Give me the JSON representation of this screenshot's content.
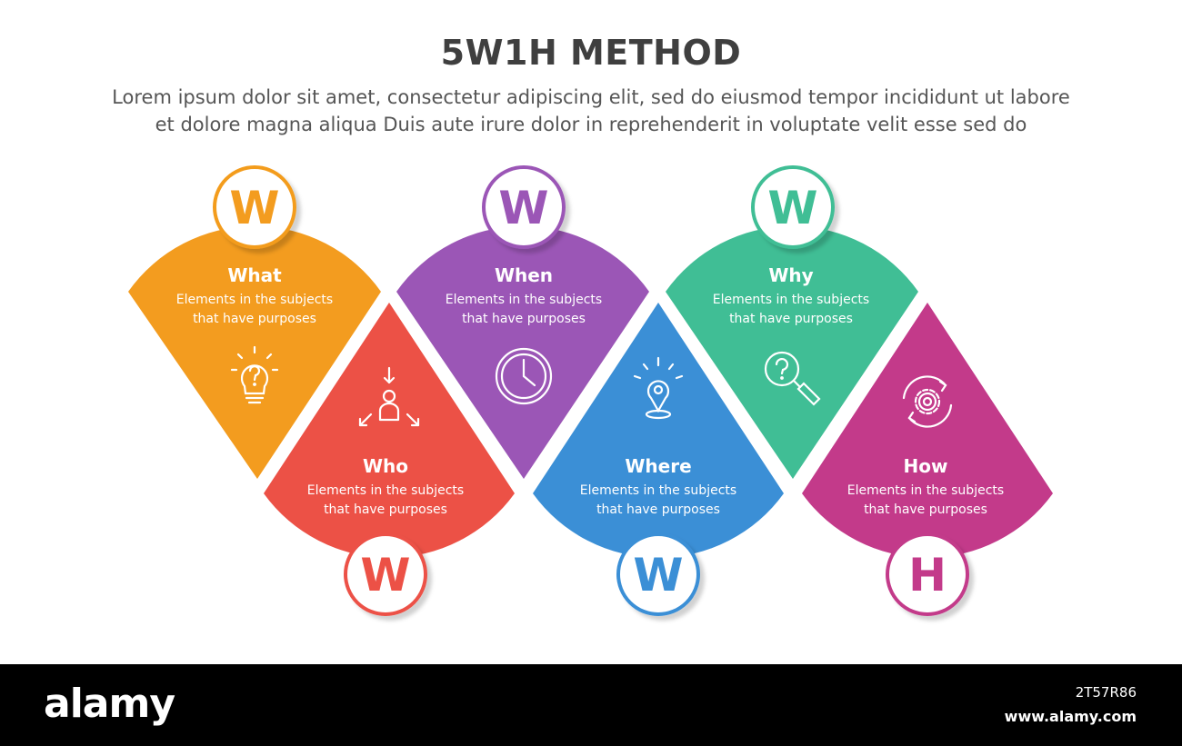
{
  "header": {
    "title": "5W1H METHOD",
    "subtitle_lines": [
      "Lorem ipsum dolor sit amet, consectetur adipiscing elit, sed do eiusmod tempor incididunt ut labore",
      "et dolore magna aliqua Duis aute irure dolor in reprehenderit in voluptate velit esse sed do"
    ]
  },
  "items": [
    {
      "letter": "W",
      "title": "What",
      "desc_lines": [
        "Elements in the subjects",
        "that have purposes"
      ],
      "icon": "lightbulb-question-icon",
      "color": "#F39C1F"
    },
    {
      "letter": "W",
      "title": "Who",
      "desc_lines": [
        "Elements in the subjects",
        "that have purposes"
      ],
      "icon": "person-arrows-icon",
      "color": "#EC5146"
    },
    {
      "letter": "W",
      "title": "When",
      "desc_lines": [
        "Elements in the subjects",
        "that have purposes"
      ],
      "icon": "clock-icon",
      "color": "#9B56B6"
    },
    {
      "letter": "W",
      "title": "Where",
      "desc_lines": [
        "Elements in the subjects",
        "that have purposes"
      ],
      "icon": "location-pin-icon",
      "color": "#3B8FD6"
    },
    {
      "letter": "W",
      "title": "Why",
      "desc_lines": [
        "Elements in the subjects",
        "that have purposes"
      ],
      "icon": "magnifier-question-icon",
      "color": "#40BE95"
    },
    {
      "letter": "H",
      "title": "How",
      "desc_lines": [
        "Elements in the subjects",
        "that have purposes"
      ],
      "icon": "gear-cycle-icon",
      "color": "#C33A8A"
    }
  ],
  "footer": {
    "logo": "alamy",
    "image_id": "2T57R86",
    "site": "www.alamy.com"
  }
}
